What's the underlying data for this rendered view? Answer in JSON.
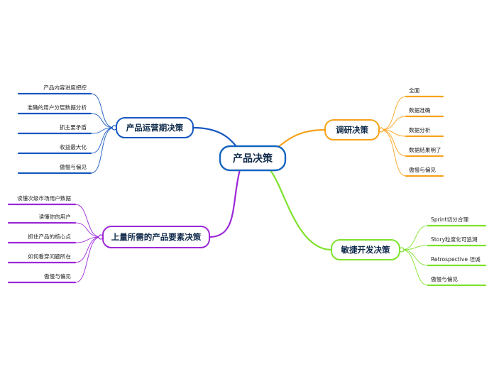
{
  "root": {
    "label": "产品决策",
    "color": "#1565c0"
  },
  "branches": [
    {
      "id": "research",
      "label": "调研决策",
      "color": "#f7a21b",
      "items": [
        "全面",
        "数据准确",
        "数据分析",
        "数据结果明了",
        "傲慢与偏见"
      ]
    },
    {
      "id": "agile",
      "label": "敏捷开发决策",
      "color": "#7ee22b",
      "items": [
        "Sprint切分合理",
        "Story粒度化可追溯",
        "Retrospective 坦诚",
        "傲慢与偏见"
      ]
    },
    {
      "id": "operation",
      "label": "产品运营期决策",
      "color": "#1557c0",
      "items": [
        "产品内容进度把控",
        "准确的用户分层数据分析",
        "抓主要矛盾",
        "收益最大化",
        "傲慢与偏见"
      ]
    },
    {
      "id": "elements",
      "label": "上量所需的产品要素决策",
      "color": "#9c27d6",
      "items": [
        "读懂次级市场用户数据",
        "读懂你的用户",
        "抓住产品的核心点",
        "如何看穿问题所在",
        "傲慢与偏见"
      ]
    }
  ]
}
